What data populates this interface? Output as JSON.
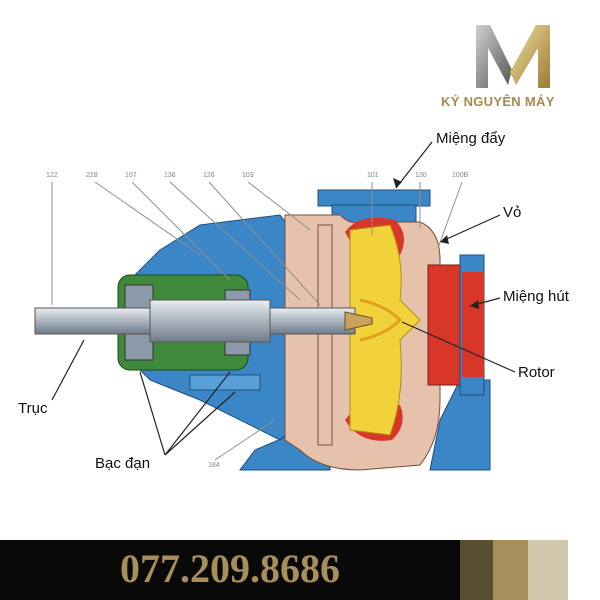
{
  "brand": {
    "name": "KỶ NGUYÊN MÁY",
    "logo_letter": "M"
  },
  "labels": {
    "discharge": "Miệng đẩy",
    "casing": "Vỏ",
    "suction": "Miệng hút",
    "rotor": "Rotor",
    "shaft": "Trục",
    "bearing": "Bạc đạn"
  },
  "part_numbers": [
    "122",
    "228",
    "107",
    "136",
    "126",
    "103",
    "101",
    "130",
    "100B",
    "184"
  ],
  "footer": {
    "phone": "077.209.8686",
    "swatches": [
      "#5a4f33",
      "#a68f5a",
      "#d2c8ad"
    ]
  },
  "colors": {
    "casing": "#e6c2ad",
    "frame": "#3b86c6",
    "impeller": "#f2d23a",
    "volute": "#d9362a",
    "bearing_housing": "#3f8a3a",
    "shaft": "#b8c2cc"
  }
}
